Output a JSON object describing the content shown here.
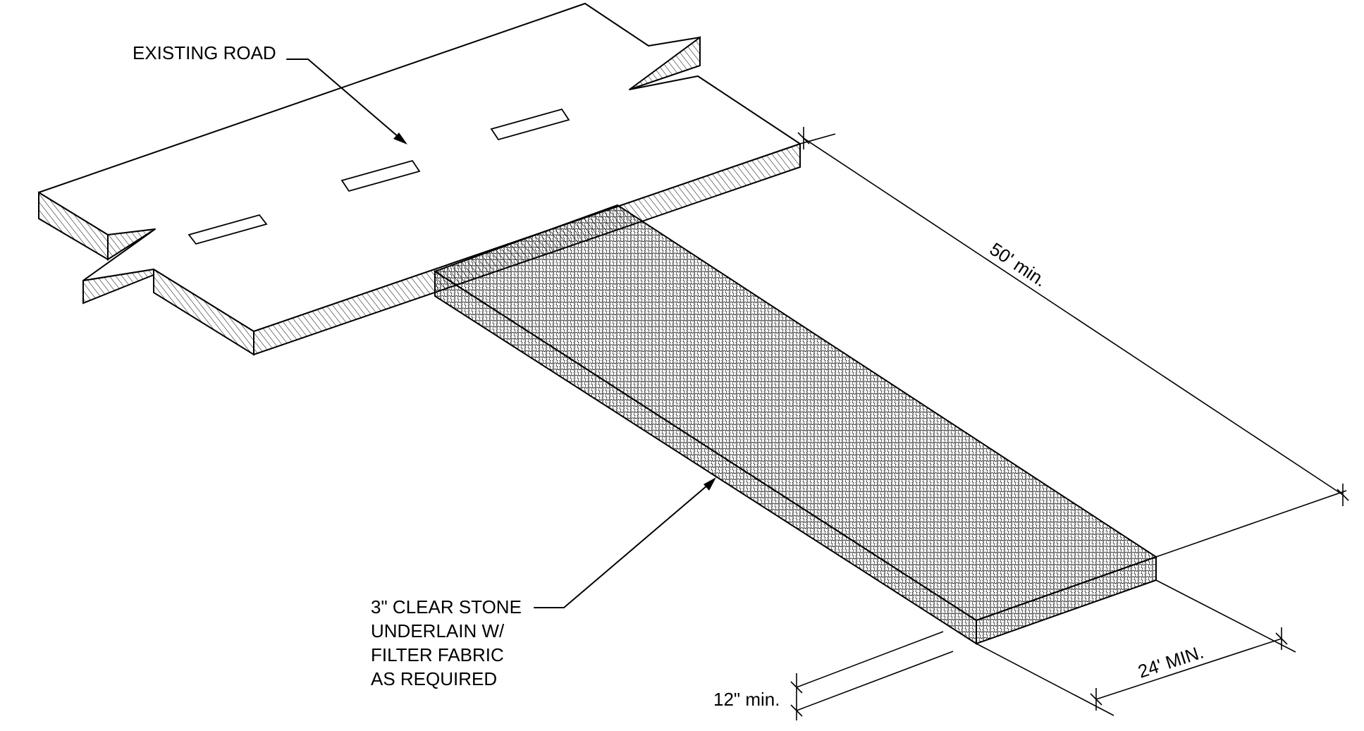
{
  "labels": {
    "existing_road": "EXISTING ROAD",
    "stone": [
      "3\" CLEAR STONE",
      "UNDERLAIN W/",
      "FILTER FABRIC",
      "AS REQUIRED"
    ],
    "length": "50' min.",
    "width": "24' MIN.",
    "depth": "12\" min."
  },
  "colors": {
    "line": "#000000",
    "background": "#ffffff"
  }
}
